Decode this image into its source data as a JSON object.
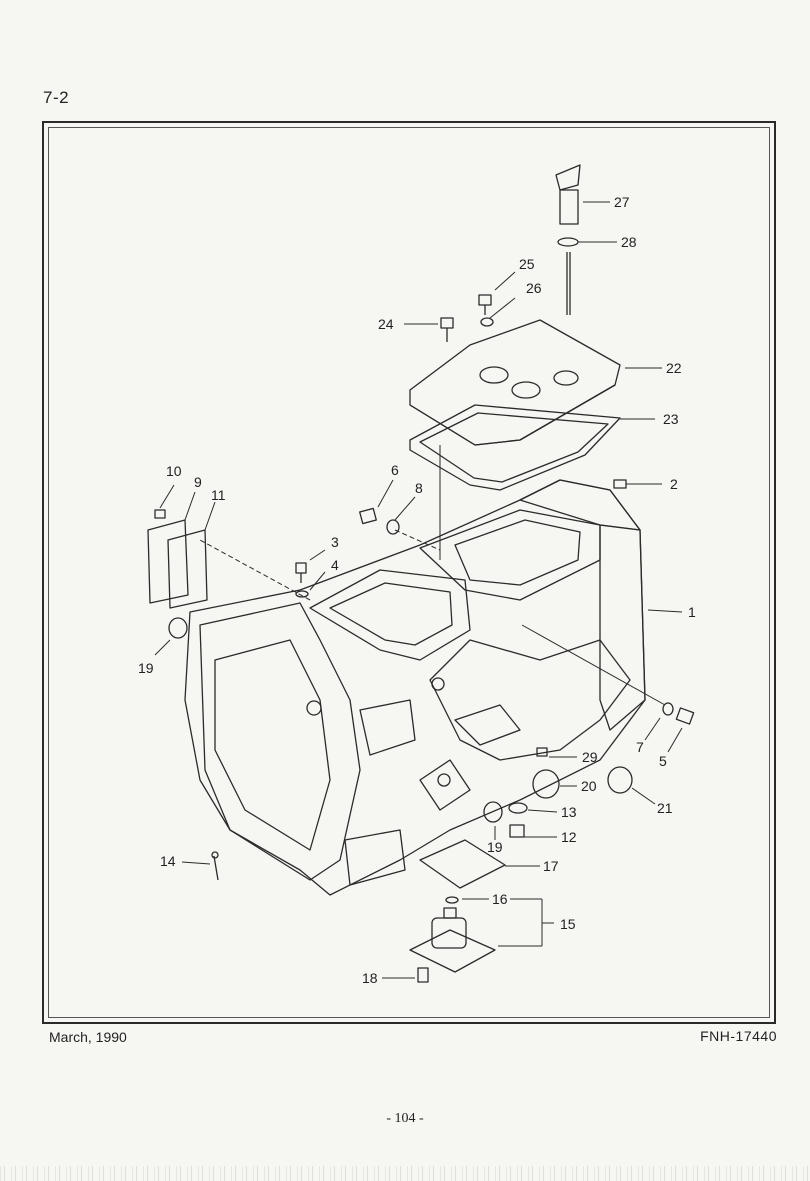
{
  "header": {
    "section_number": "7-2"
  },
  "diagram": {
    "callouts": [
      {
        "id": "c1",
        "text": "1"
      },
      {
        "id": "c2",
        "text": "2"
      },
      {
        "id": "c3",
        "text": "3"
      },
      {
        "id": "c4",
        "text": "4"
      },
      {
        "id": "c5",
        "text": "5"
      },
      {
        "id": "c6",
        "text": "6"
      },
      {
        "id": "c7",
        "text": "7"
      },
      {
        "id": "c8",
        "text": "8"
      },
      {
        "id": "c9",
        "text": "9"
      },
      {
        "id": "c10",
        "text": "10"
      },
      {
        "id": "c11",
        "text": "11"
      },
      {
        "id": "c12",
        "text": "12"
      },
      {
        "id": "c13",
        "text": "13"
      },
      {
        "id": "c14",
        "text": "14"
      },
      {
        "id": "c15",
        "text": "15"
      },
      {
        "id": "c16",
        "text": "16"
      },
      {
        "id": "c17",
        "text": "17"
      },
      {
        "id": "c18",
        "text": "18"
      },
      {
        "id": "c19a",
        "text": "19"
      },
      {
        "id": "c19b",
        "text": "19"
      },
      {
        "id": "c20",
        "text": "20"
      },
      {
        "id": "c21",
        "text": "21"
      },
      {
        "id": "c22",
        "text": "22"
      },
      {
        "id": "c23",
        "text": "23"
      },
      {
        "id": "c24",
        "text": "24"
      },
      {
        "id": "c25",
        "text": "25"
      },
      {
        "id": "c26",
        "text": "26"
      },
      {
        "id": "c27",
        "text": "27"
      },
      {
        "id": "c28",
        "text": "28"
      },
      {
        "id": "c29",
        "text": "29"
      }
    ]
  },
  "footer": {
    "date": "March, 1990",
    "doc_code": "FNH-17440",
    "page_number": "- 104 -"
  }
}
